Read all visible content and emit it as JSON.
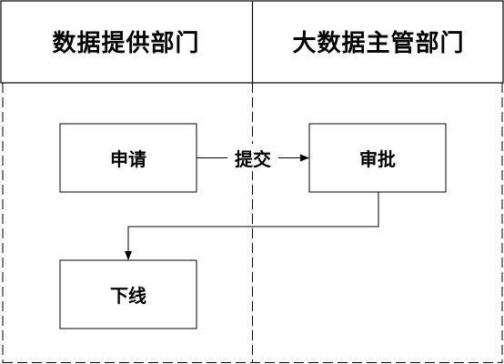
{
  "lanes": [
    {
      "title": "数据提供部门"
    },
    {
      "title": "大数据主管部门"
    }
  ],
  "nodes": {
    "apply": "申请",
    "approve": "审批",
    "offline": "下线"
  },
  "edges": {
    "submit_label": "提交"
  }
}
